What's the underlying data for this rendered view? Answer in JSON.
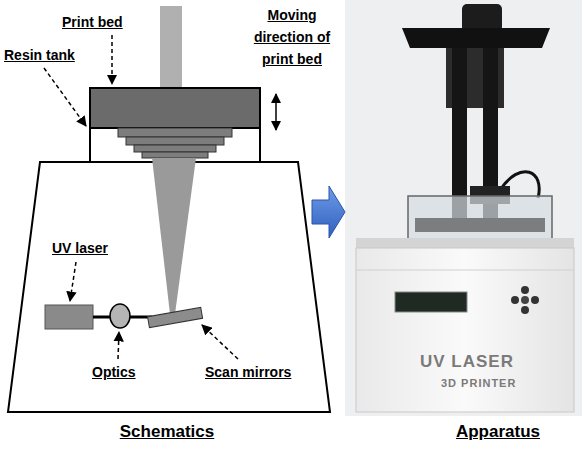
{
  "diagram": {
    "nodes": [
      {
        "text": [
          "Schematics"
        ]
      },
      {
        "text": [
          "Apparatus"
        ]
      }
    ],
    "edges": [
      {
        "from": 0,
        "to": 1,
        "arrow": "to"
      }
    ],
    "labels": [
      "Print bed",
      "Moving direction of print bed",
      "Resin tank",
      "UV laser",
      "Optics",
      "Scan mirrors",
      "UV LASER",
      "3D PRINTER"
    ]
  }
}
